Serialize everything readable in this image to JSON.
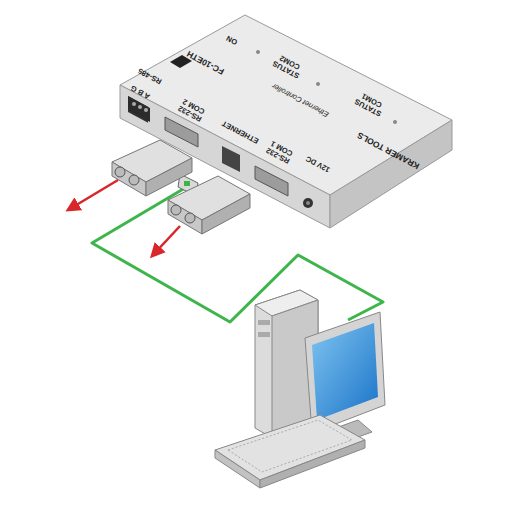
{
  "diagram": {
    "nodes": [
      {
        "text": [
          "FC-10ETH",
          "Ethernet Controller",
          "ON",
          "STATUS COM2",
          "STATUS COM1",
          "RS-485",
          "A B G",
          "RS-232 COM 2",
          "ETHERNET",
          "RS-232 COM 1",
          "12V DC",
          "KRAMER TOOLS"
        ]
      }
    ]
  }
}
